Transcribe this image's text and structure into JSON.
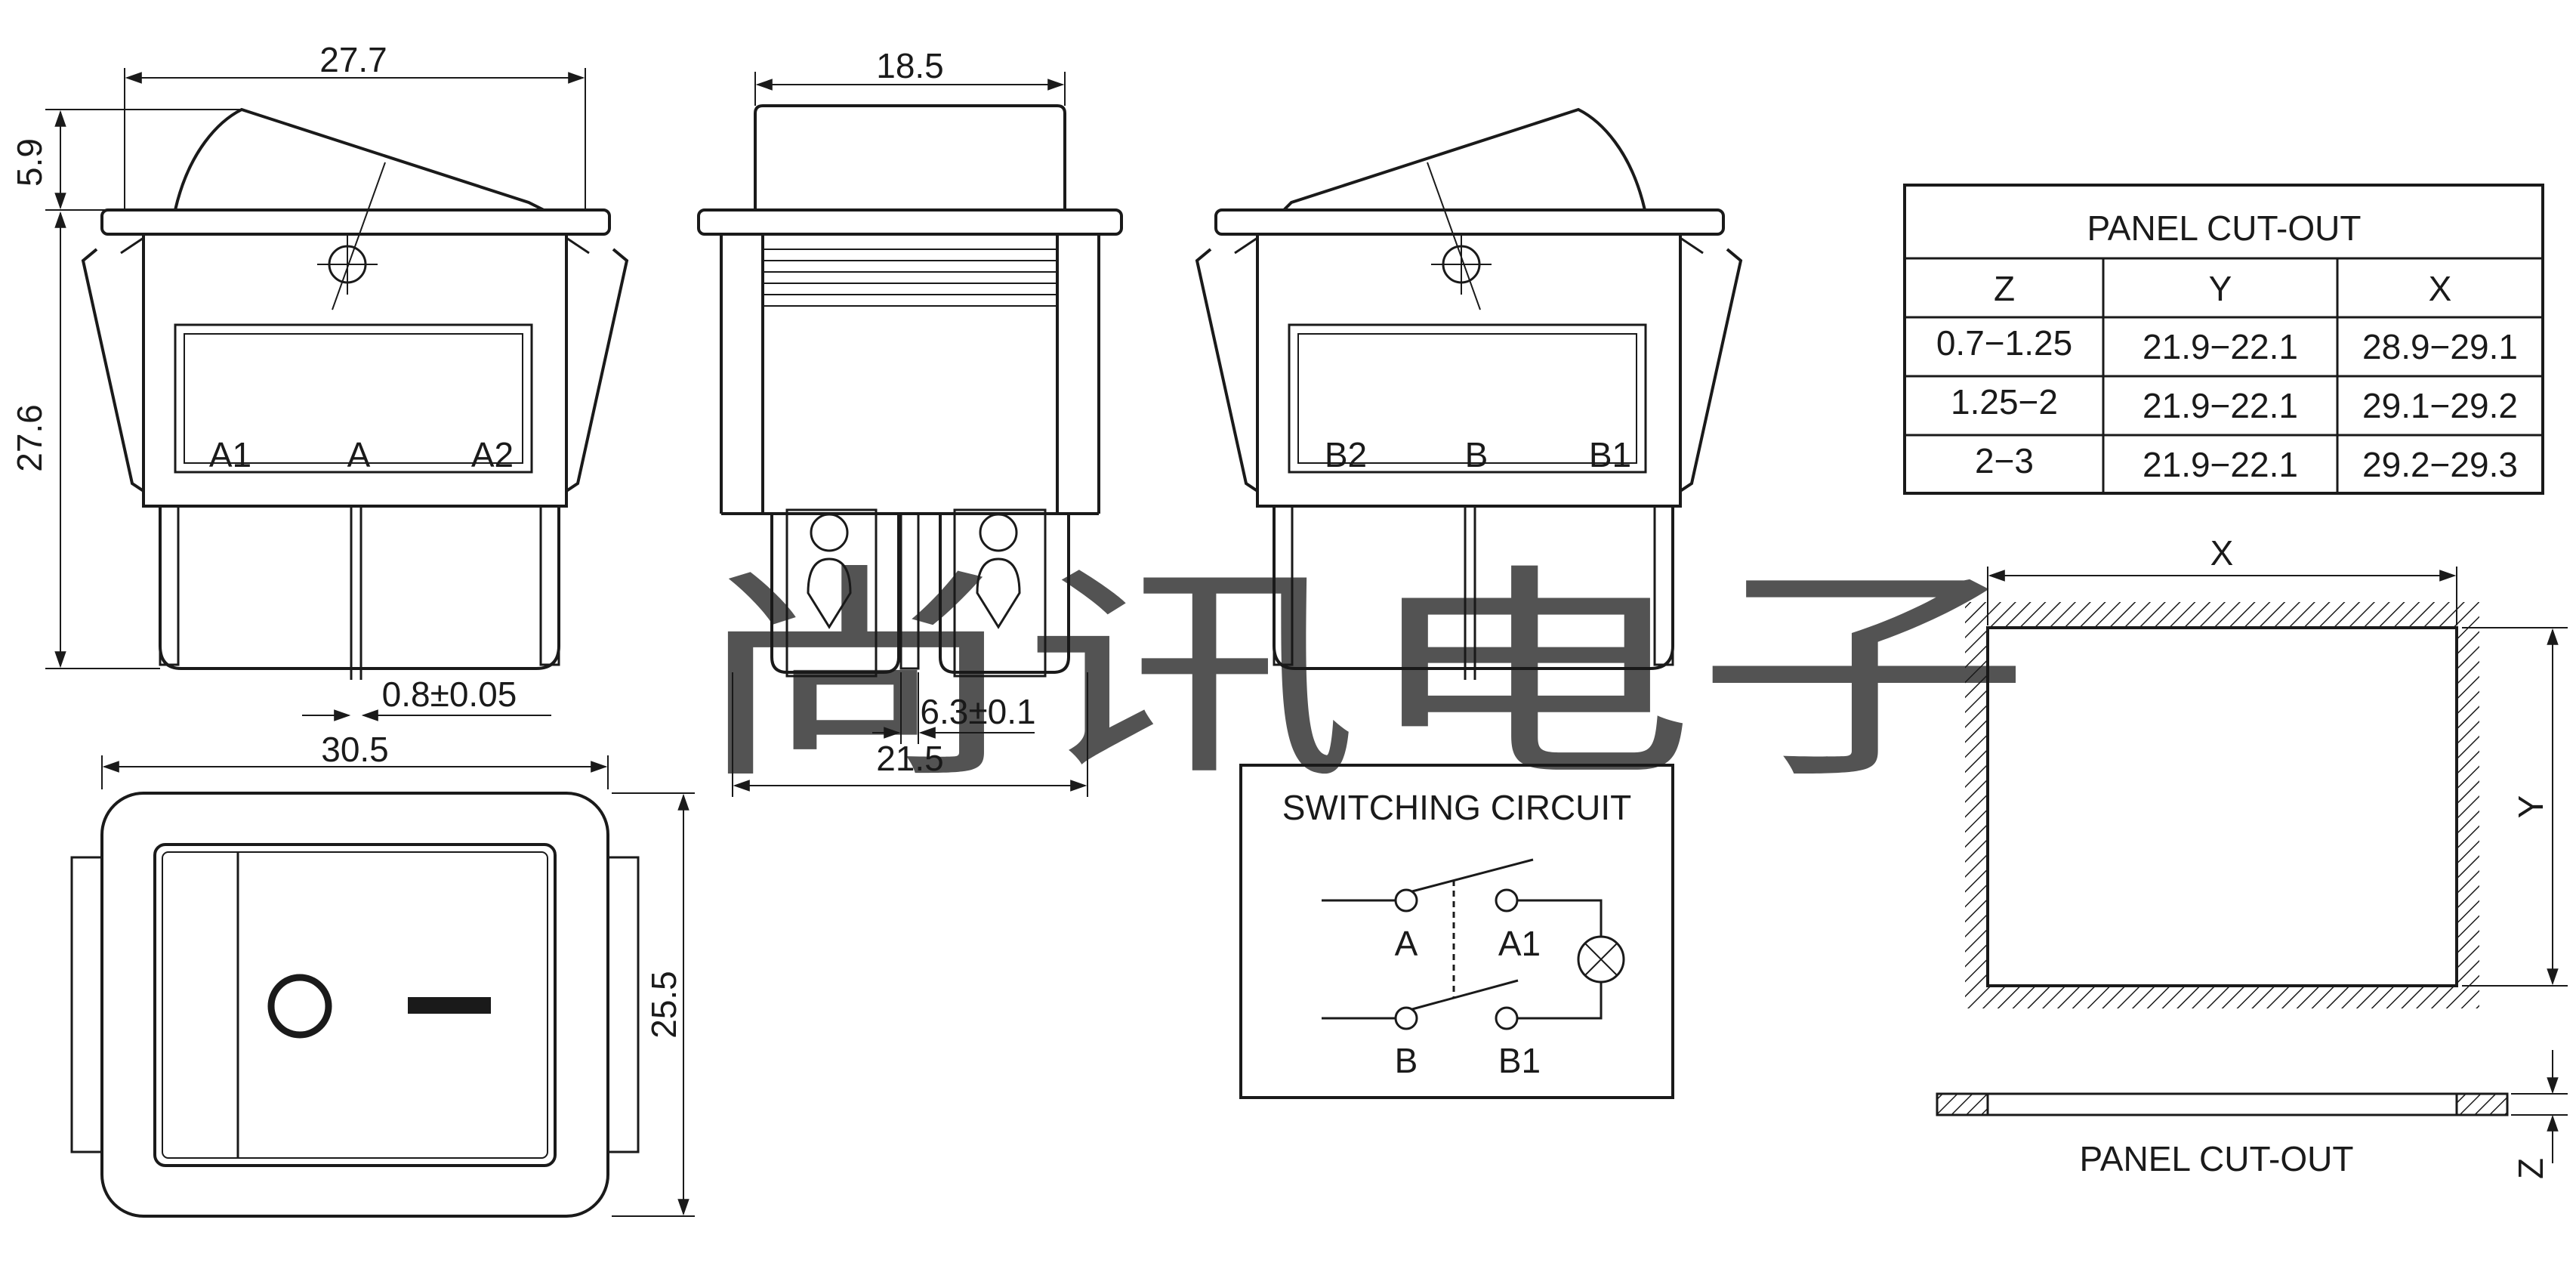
{
  "dimensions": {
    "side_width": "27.7",
    "rocker_height": "5.9",
    "side_height": "27.6",
    "terminal_thickness": "0.8±0.05",
    "front_top_width": "18.5",
    "terminal_width": "6.3±0.1",
    "front_bottom_width": "21.5",
    "top_width": "30.5",
    "top_height": "25.5"
  },
  "terminals": {
    "side_a": [
      "A1",
      "A",
      "A2"
    ],
    "side_b": [
      "B2",
      "B",
      "B1"
    ]
  },
  "circuit": {
    "title": "SWITCHING CIRCUIT",
    "labels": [
      "A",
      "A1",
      "B",
      "B1"
    ]
  },
  "panel_table": {
    "title": "PANEL CUT-OUT",
    "headers": [
      "Z",
      "Y",
      "X"
    ],
    "rows": [
      [
        "0.7−1.25",
        "21.9−22.1",
        "28.9−29.1"
      ],
      [
        "1.25−2",
        "21.9−22.1",
        "29.1−29.2"
      ],
      [
        "2−3",
        "21.9−22.1",
        "29.2−29.3"
      ]
    ]
  },
  "cutout": {
    "x_label": "X",
    "y_label": "Y",
    "z_label": "Z",
    "caption": "PANEL CUT-OUT"
  },
  "watermark": "尚讯电子",
  "colors": {
    "line": "#1a1a1a",
    "watermark": "#ec8e82",
    "background": "#ffffff"
  }
}
